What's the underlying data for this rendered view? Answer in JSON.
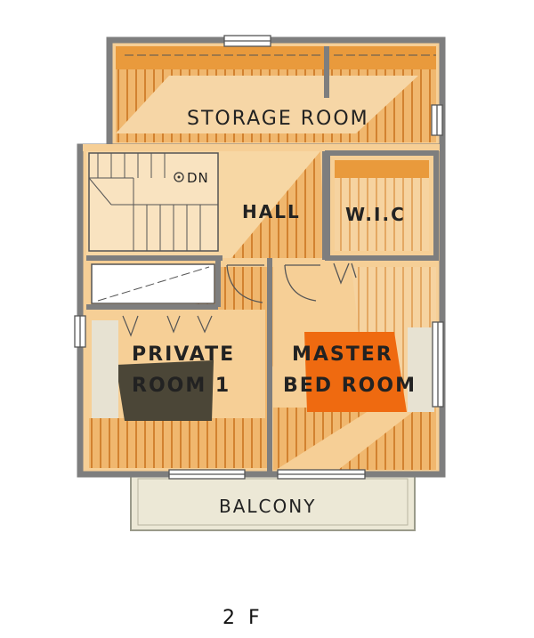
{
  "rooms": {
    "storage": "STORAGE ROOM",
    "hall": "HALL",
    "wic": "W.I.C",
    "private_line1": "PRIVATE",
    "private_line2": "ROOM 1",
    "master_line1": "MASTER",
    "master_line2": "BED ROOM",
    "balcony": "BALCONY"
  },
  "stairs_label": "DN",
  "floor_label": "2 F",
  "icons": [
    "stair-down-symbol",
    "window-symbol",
    "door-swing-symbol"
  ],
  "colors": {
    "wall": "#8a8a8a",
    "floor_light": "#f6c88a",
    "floor_stripe": "#e4963a",
    "storage_orange": "#e99a3c",
    "master_bed": "#ef6a10",
    "private_bed": "#4b4637",
    "balcony": "#ece8d6"
  }
}
